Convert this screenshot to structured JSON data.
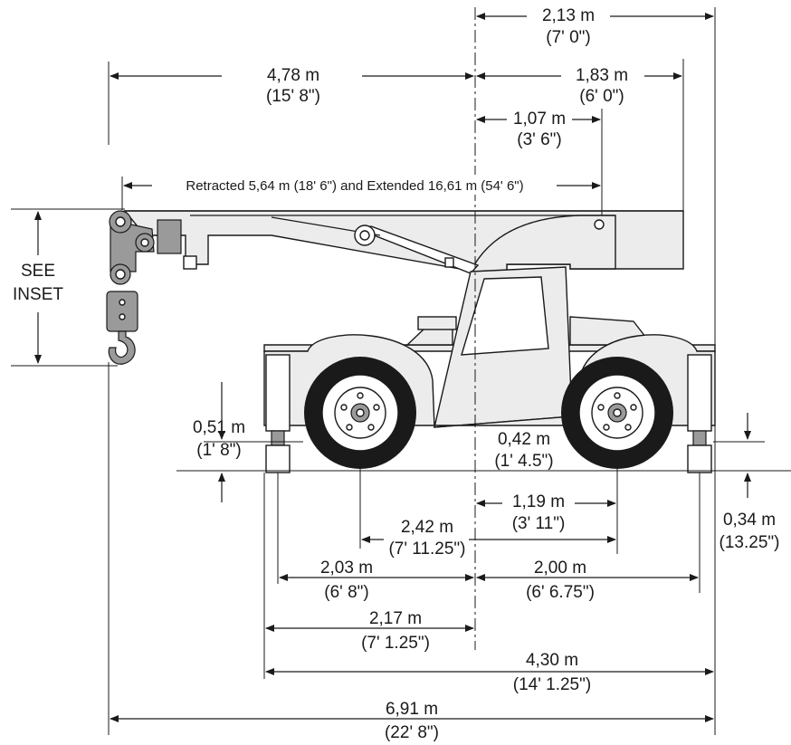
{
  "labels": {
    "overall_length_m": "6,91 m",
    "overall_length_ft": "(22' 8\")",
    "front_overhang_m": "4,78 m",
    "front_overhang_ft": "(15' 8\")",
    "rear_to_center_m": "2,13 m",
    "rear_to_center_ft": "(7' 0\")",
    "rear_1_83_m": "1,83 m",
    "rear_1_83_ft": "(6' 0\")",
    "rear_1_07_m": "1,07 m",
    "rear_1_07_ft": "(3' 6\")",
    "boom_retracted_extended": "Retracted 5,64 m (18' 6\") and Extended 16,61 m (54' 6\")",
    "see_inset_1": "SEE",
    "see_inset_2": "INSET",
    "ground_clear_m": "0,51 m",
    "ground_clear_ft": "(1' 8\")",
    "rear_clear_m": "0,42 m",
    "rear_clear_ft": "(1' 4.5\")",
    "axle_rear_m": "1,19 m",
    "axle_rear_ft": "(3' 11\")",
    "axle_front_m": "2,42 m",
    "axle_front_ft": "(7' 11.25\")",
    "outrigger_rear_ht_m": "0,34 m",
    "outrigger_rear_ht_ft": "(13.25\")",
    "front_outrigger_m": "2,03 m",
    "front_outrigger_ft": "(6' 8\")",
    "rear_outrigger_m": "2,00 m",
    "rear_outrigger_ft": "(6' 6.75\")",
    "front_body_m": "2,17 m",
    "front_body_ft": "(7' 1.25\")",
    "chassis_length_m": "4,30 m",
    "chassis_length_ft": "(14' 1.25\")"
  },
  "colors": {
    "line": "#1a1a1a",
    "fill_light": "#ececec",
    "fill_mid": "#9a9a9a",
    "background": "#ffffff"
  }
}
